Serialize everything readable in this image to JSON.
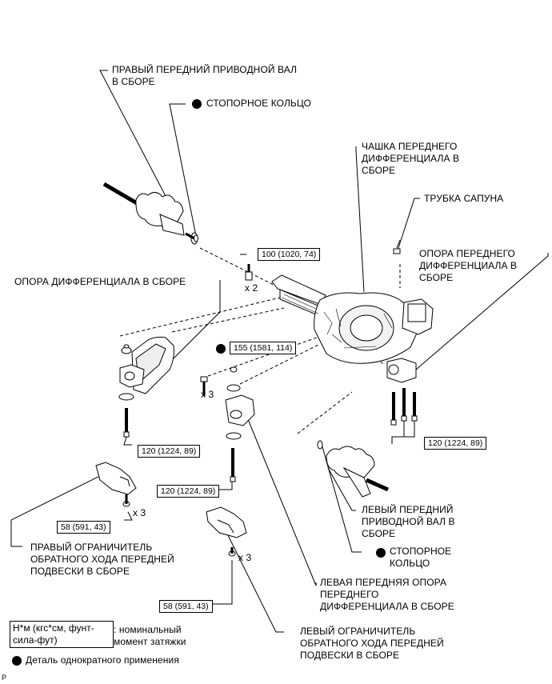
{
  "labels": {
    "right_shaft_line1": "ПРАВЫЙ ПЕРЕДНИЙ ПРИВОДНОЙ ВАЛ",
    "right_shaft_line2": "В СБОРЕ",
    "snap_ring_top": "СТОПОРНОЕ КОЛЬЦО",
    "carrier_line1": "ЧАШКА ПЕРЕДНЕГО",
    "carrier_line2": "ДИФФЕРЕНЦИАЛА В",
    "carrier_line3": "СБОРЕ",
    "breather": "ТРУБКА САПУНА",
    "front_mount_line1": "ОПОРА ПЕРЕДНЕГО",
    "front_mount_line2": "ДИФФЕРЕНЦИАЛА В",
    "front_mount_line3": "СБОРЕ",
    "diff_support": "ОПОРА ДИФФЕРЕНЦИАЛА В СБОРЕ",
    "left_shaft_line1": "ЛЕВЫЙ ПЕРЕДНИЙ",
    "left_shaft_line2": "ПРИВОДНОЙ ВАЛ В",
    "left_shaft_line3": "СБОРЕ",
    "snap_ring_bottom_line1": "СТОПОРНОЕ",
    "snap_ring_bottom_line2": "КОЛЬЦО",
    "right_stopper_line1": "ПРАВЫЙ ОГРАНИЧИТЕЛЬ",
    "right_stopper_line2": "ОБРАТНОГО ХОДА ПЕРЕДНЕЙ",
    "right_stopper_line3": "ПОДВЕСКИ В СБОРЕ",
    "left_front_mount_line1": "ЛЕВАЯ ПЕРЕДНЯЯ ОПОРА",
    "left_front_mount_line2": "ПЕРЕДНЕГО",
    "left_front_mount_line3": "ДИФФЕРЕНЦИАЛА В СБОРЕ",
    "left_stopper_line1": "ЛЕВЫЙ ОГРАНИЧИТЕЛЬ",
    "left_stopper_line2": "ОБРАТНОГО ХОДА ПЕРЕДНЕЙ",
    "left_stopper_line3": "ПОДВЕСКИ В СБОРЕ"
  },
  "torques": {
    "t100": "100 (1020, 74)",
    "t155": "155 (1581, 114)",
    "t120_left": "120 (1224, 89)",
    "t120_mid": "120 (1224, 89)",
    "t120_right": "120 (1224, 89)",
    "t58_left": "58 (591, 43)",
    "t58_mid": "58 (591, 43)"
  },
  "multipliers": {
    "x2": "x 2",
    "x3_bolt": "x 3",
    "x3_left": "x 3",
    "x3_mid": "x 3"
  },
  "legend": {
    "unit_line1": "Н*м (кгс*см, фунт-",
    "unit_line2": "сила-фут)",
    "unit_desc_line1": ": номинальный",
    "unit_desc_line2": "момент затяжки",
    "dot_desc": "Деталь однократного применения"
  },
  "footer_mark": "P"
}
